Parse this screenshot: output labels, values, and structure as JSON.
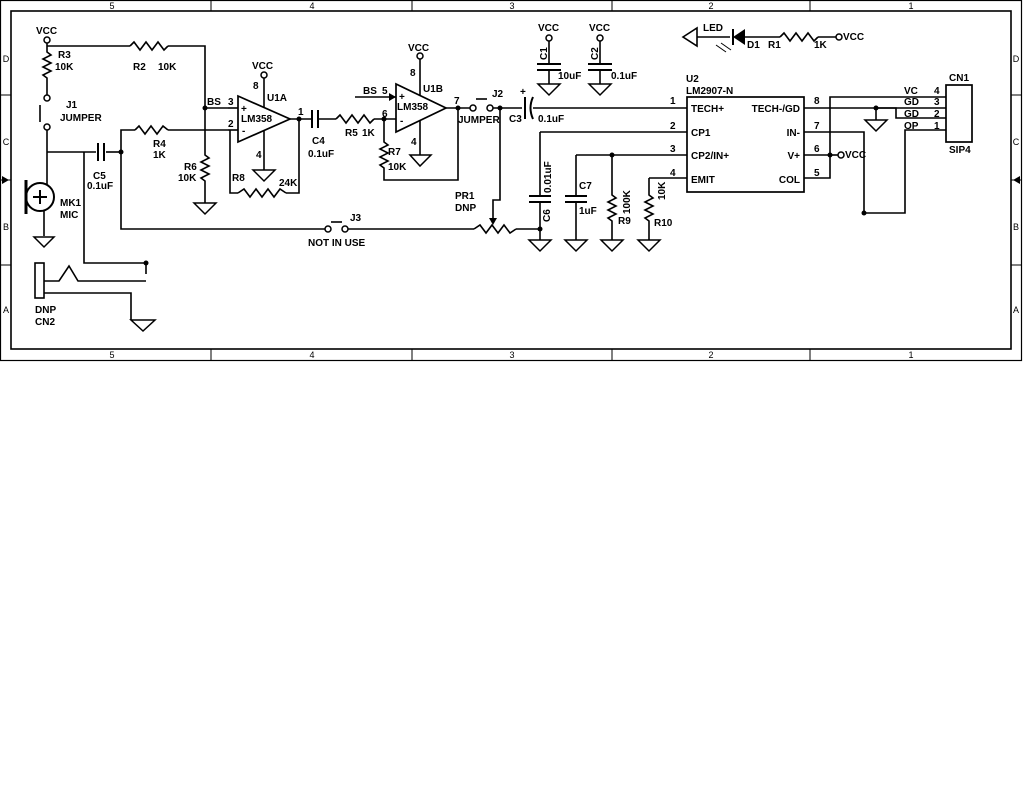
{
  "frame": {
    "columns": [
      "5",
      "4",
      "3",
      "2",
      "1"
    ],
    "rows": [
      "D",
      "C",
      "B",
      "A"
    ]
  },
  "components": {
    "vcc_r3": "VCC",
    "r3": "R3",
    "r3_val": "10K",
    "r2": "R2",
    "r2_val": "10K",
    "j1": "J1",
    "j1_type": "JUMPER",
    "r4": "R4",
    "r4_val": "1K",
    "c5": "C5",
    "c5_val": "0.1uF",
    "mk1": "MK1",
    "mk1_type": "MIC",
    "r6": "R6",
    "r6_val": "10K",
    "r8": "R8",
    "r8_val": "24K",
    "bs_u1a": "BS",
    "u1a": "U1A",
    "u1a_part": "LM358",
    "vcc_u1a": "VCC",
    "c4": "C4",
    "c4_val": "0.1uF",
    "j3": "J3",
    "j3_note": "NOT IN USE",
    "cn2": "CN2",
    "cn2_note": "DNP",
    "vcc_u1b": "VCC",
    "u1b": "U1B",
    "u1b_part": "LM358",
    "bs_u1b": "BS",
    "r5": "R5",
    "r5_val": "1K",
    "r7": "R7",
    "r7_val": "10K",
    "j2": "J2",
    "j2_type": "JUMPER",
    "pr1": "PR1",
    "pr1_note": "DNP",
    "c3": "C3",
    "c3_val": "0.1uF",
    "c3_pol": "+",
    "vcc_c1": "VCC",
    "c1": "C1",
    "c1_val": "10uF",
    "vcc_c2": "VCC",
    "c2": "C2",
    "c2_val": "0.1uF",
    "c6": "C6",
    "c6_val": "0.01uF",
    "c7": "C7",
    "c7_val": "1uF",
    "r9": "R9",
    "r9_val": "100K",
    "r10": "R10",
    "r10_val": "10K",
    "led": "LED",
    "d1": "D1",
    "r1": "R1",
    "r1_val": "1K",
    "vcc_led": "VCC",
    "u2": "U2",
    "u2_part": "LM2907-N",
    "vcc_u2": "VCC",
    "cn1": "CN1",
    "cn1_type": "SIP4"
  },
  "u2_pins": {
    "p1_name": "TECH+",
    "p1_num": "1",
    "p2_name": "CP1",
    "p2_num": "2",
    "p3_name": "CP2/IN+",
    "p3_num": "3",
    "p4_name": "EMIT",
    "p4_num": "4",
    "p5_name": "COL",
    "p5_num": "5",
    "p6_name": "V+",
    "p6_num": "6",
    "p7_name": "IN-",
    "p7_num": "7",
    "p8_name": "TECH-/GD",
    "p8_num": "8"
  },
  "opamp_pins": {
    "u1a_plus_num": "3",
    "u1a_minus_num": "2",
    "u1a_out_num": "1",
    "u1a_vcc_num": "8",
    "u1a_gnd_num": "4",
    "plus": "+",
    "minus": "-",
    "u1b_plus_num": "5",
    "u1b_minus_num": "6",
    "u1b_out_num": "7",
    "u1b_vcc_num": "8",
    "u1b_gnd_num": "4"
  },
  "connector": {
    "p4_name": "VC",
    "p4_num": "4",
    "p3_name": "GD",
    "p3_num": "3",
    "p2_name": "GD",
    "p2_num": "2",
    "p1_name": "OP",
    "p1_num": "1"
  }
}
